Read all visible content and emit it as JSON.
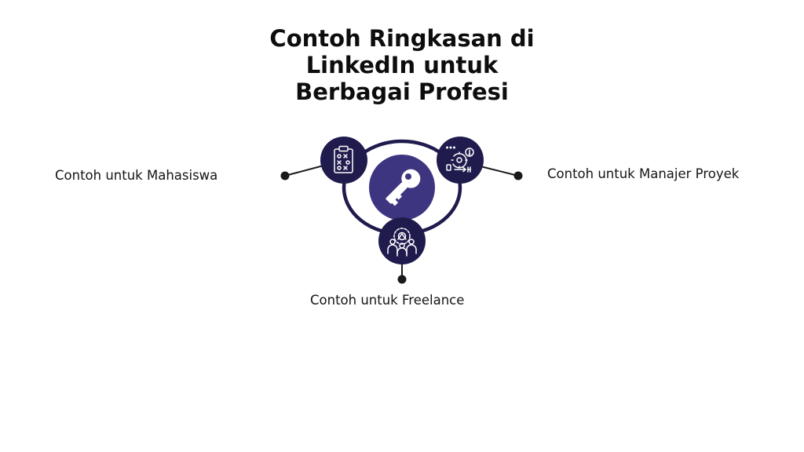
{
  "title": {
    "line1": "Contoh Ringkasan di",
    "line2": "LinkedIn untuk",
    "line3": "Berbagai Profesi"
  },
  "items": [
    {
      "label": "Contoh untuk Mahasiswa",
      "icon": "clipboard-strategy-icon"
    },
    {
      "label": "Contoh untuk Manajer Proyek",
      "icon": "project-workflow-icon"
    },
    {
      "label": "Contoh untuk Freelance",
      "icon": "freelancer-gear-icon"
    }
  ],
  "center": {
    "icon": "key-icon"
  },
  "colors": {
    "primary": "#1f1b4d",
    "inner": "#3d3580",
    "connector": "#1a1a1a",
    "text": "#141414"
  }
}
